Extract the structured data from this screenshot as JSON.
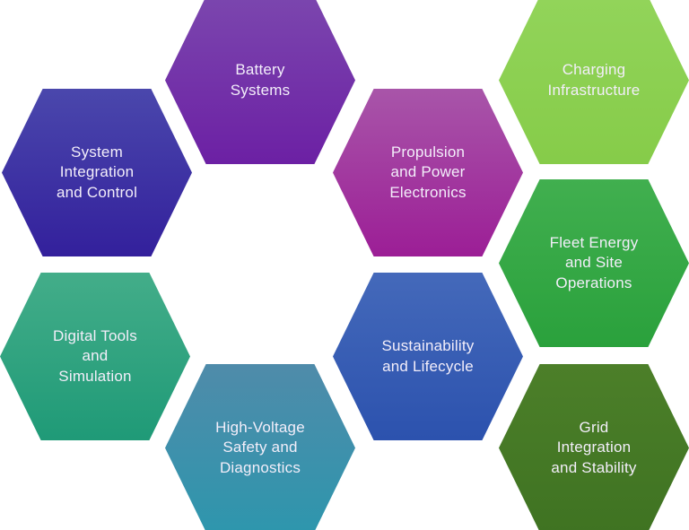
{
  "diagram": {
    "background_color": "#ffffff",
    "text_color": "#f3eefa",
    "hexagons": [
      {
        "id": "battery-systems",
        "label": "Battery\nSystems",
        "color_top": "#7B46AE",
        "color_bottom": "#6C20A4"
      },
      {
        "id": "charging-infrastructure",
        "label": "Charging\nInfrastructure",
        "color_top": "#92D45A",
        "color_bottom": "#86CC49"
      },
      {
        "id": "system-integration",
        "label": "System\nIntegration\nand Control",
        "color_top": "#4A47AC",
        "color_bottom": "#33209C"
      },
      {
        "id": "propulsion-power",
        "label": "Propulsion\nand Power\nElectronics",
        "color_top": "#A855A9",
        "color_bottom": "#9C1E96"
      },
      {
        "id": "fleet-energy",
        "label": "Fleet Energy\nand Site\nOperations",
        "color_top": "#41AF4F",
        "color_bottom": "#2AA13C"
      },
      {
        "id": "digital-tools",
        "label": "Digital Tools\nand\nSimulation",
        "color_top": "#43AD89",
        "color_bottom": "#1F9A77"
      },
      {
        "id": "sustainability",
        "label": "Sustainability\nand Lifecycle",
        "color_top": "#4469BA",
        "color_bottom": "#2C52AE"
      },
      {
        "id": "high-voltage-safety",
        "label": "High-Voltage\nSafety and\nDiagnostics",
        "color_top": "#4F8BAA",
        "color_bottom": "#2E96AD"
      },
      {
        "id": "grid-integration",
        "label": "Grid\nIntegration\nand Stability",
        "color_top": "#4C7F29",
        "color_bottom": "#3F7322"
      }
    ]
  }
}
